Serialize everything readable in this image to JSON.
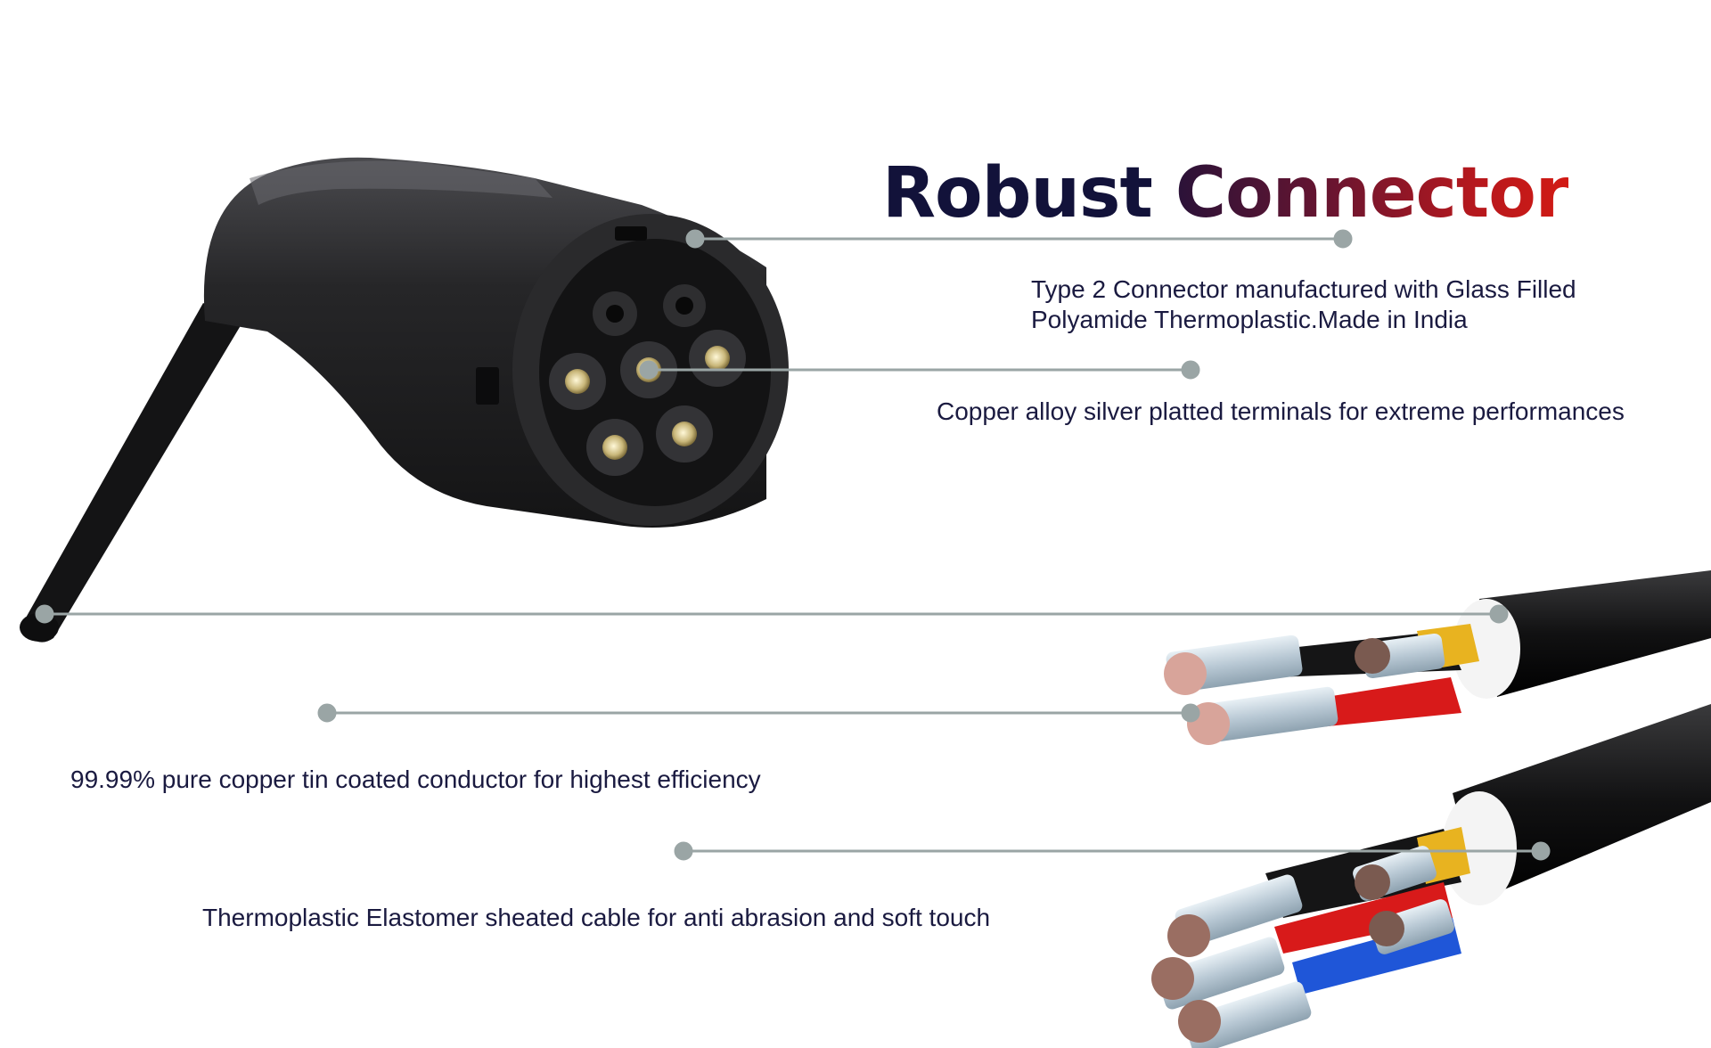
{
  "title": {
    "word1": "Robust",
    "word2": "Connector"
  },
  "features": [
    {
      "line1": "Type 2 Connector manufactured with Glass Filled",
      "line2": "Polyamide Thermoplastic.Made in India"
    },
    {
      "text": "Copper alloy silver platted terminals for extreme performances"
    },
    {
      "text": "99.99% pure copper tin coated conductor for highest efficiency"
    },
    {
      "text": "Thermoplastic Elastomer sheated cable for anti abrasion and soft touch"
    }
  ],
  "colors": {
    "title_dark": "#12123a",
    "title_red": "#d21a14",
    "text": "#1a1a40",
    "leader_line": "#9aa5a5",
    "connector_body": "#1f1f21"
  }
}
